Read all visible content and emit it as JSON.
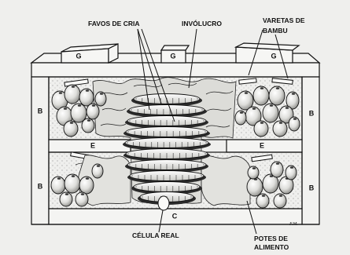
{
  "labels": {
    "brood_combs": "FAVOS DE CRIA",
    "involucre": "INVÓLUCRO",
    "bamboo_sticks_line1": "VARETAS DE",
    "bamboo_sticks_line2": "BAMBU",
    "royal_cell": "CÉLULA REAL",
    "food_pots_line1": "POTES DE",
    "food_pots_line2": "ALIMENTO",
    "artist_initials": "F.M."
  },
  "box_letters": {
    "g_left": "G",
    "g_center": "G",
    "g_right": "G",
    "b_upper_left": "B",
    "b_upper_right": "B",
    "b_lower_left": "B",
    "b_lower_right": "B",
    "e_left": "E",
    "e_right": "E",
    "c_bottom": "C"
  }
}
